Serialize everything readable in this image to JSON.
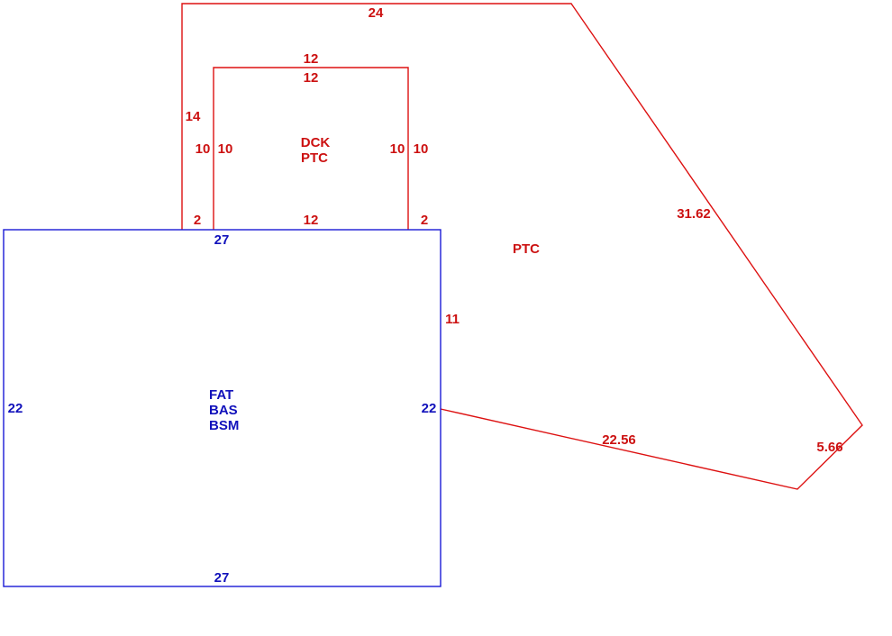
{
  "colors": {
    "porch": "#dd1111",
    "main": "#1a1ad6",
    "background": "#ffffff"
  },
  "outer_porch": {
    "top_length": "24",
    "left_upper_length": "14",
    "left_lower_length": "2",
    "right_diagonal_length": "31.62",
    "short_diagonal_length": "5.66",
    "bottom_diagonal_length": "22.56",
    "right_wall_length": "11",
    "area_code": "PTC"
  },
  "deck": {
    "top_outer_length": "12",
    "top_inner_length": "12",
    "left_outer_length": "10",
    "left_inner_length": "10",
    "right_inner_length": "10",
    "right_outer_length": "10",
    "bottom_length": "12",
    "right_gap_length": "2",
    "area_code_1": "DCK",
    "area_code_2": "PTC"
  },
  "main_structure": {
    "top_length": "27",
    "bottom_length": "27",
    "left_length": "22",
    "right_length": "22",
    "area_code_1": "FAT",
    "area_code_2": "BAS",
    "area_code_3": "BSM"
  }
}
